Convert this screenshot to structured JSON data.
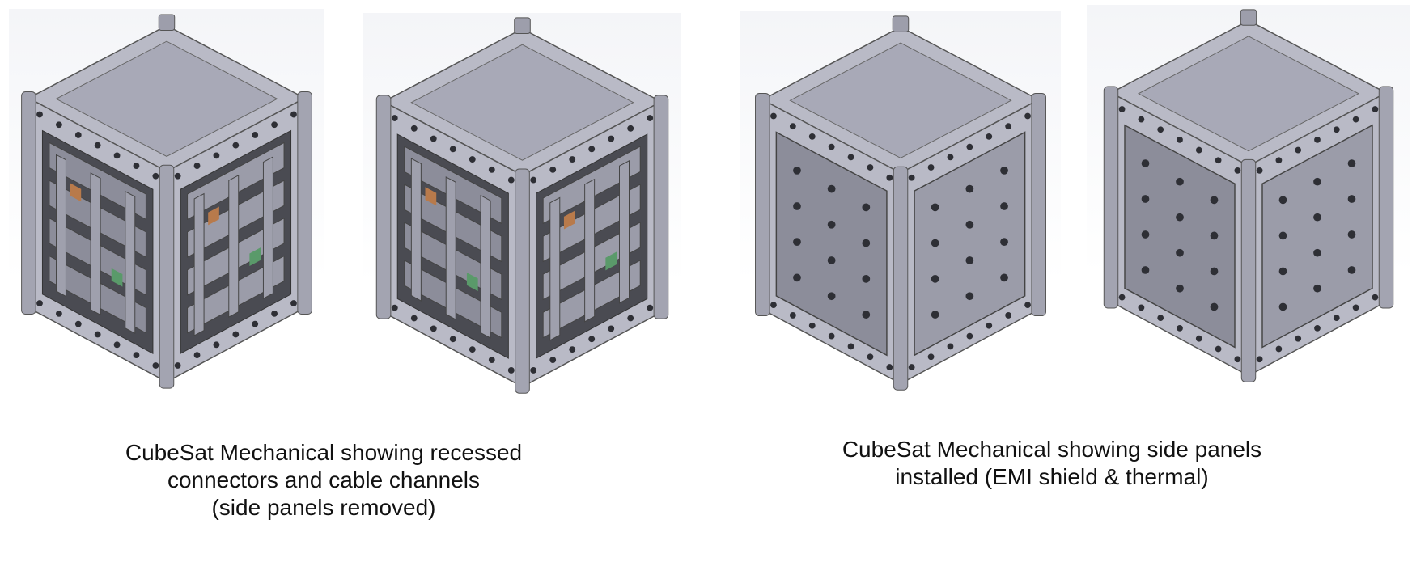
{
  "figures": [
    {
      "variant": "open",
      "label": "cubesat-panels-removed-view-1"
    },
    {
      "variant": "open",
      "label": "cubesat-panels-removed-view-2"
    },
    {
      "variant": "closed",
      "label": "cubesat-panels-installed-view-1"
    },
    {
      "variant": "closed",
      "label": "cubesat-panels-installed-view-2"
    }
  ],
  "captions": {
    "left": [
      "CubeSat Mechanical showing recessed",
      "connectors and cable channels",
      "(side panels removed)"
    ],
    "right": [
      "CubeSat Mechanical showing side panels",
      "installed (EMI shield & thermal)"
    ]
  },
  "colors": {
    "top": "#a8a9b7",
    "left": "#8c8d9a",
    "right": "#9b9ca9",
    "rail": "#b9bac6",
    "interior": "#4a4b52",
    "screw": "#2e2f35"
  }
}
